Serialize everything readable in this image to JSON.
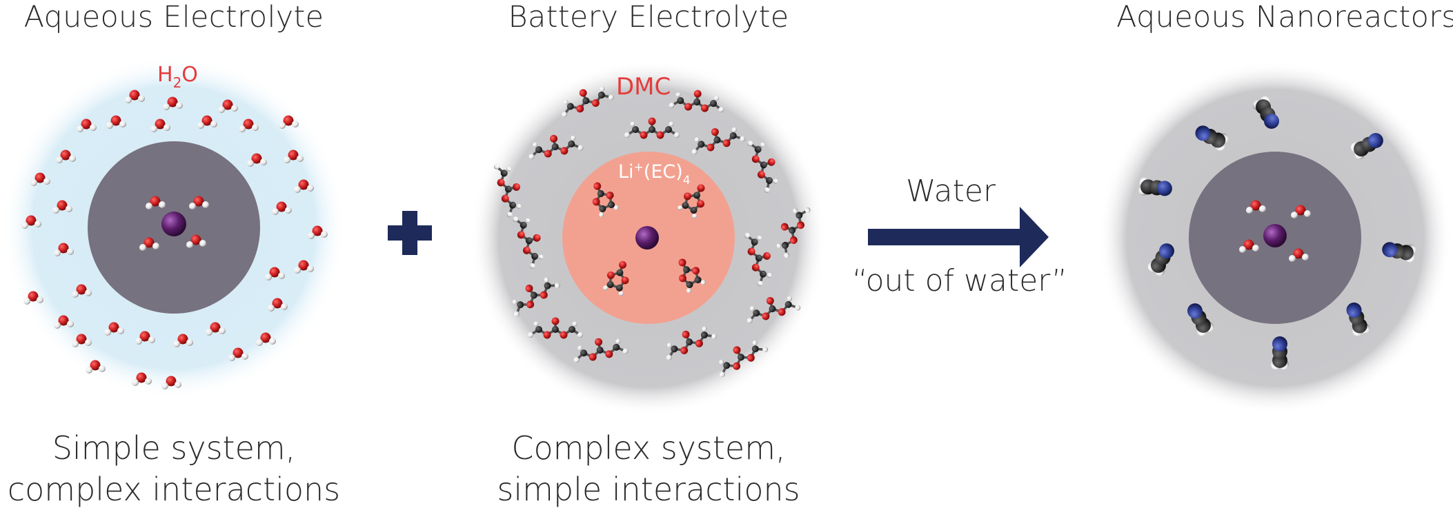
{
  "panels": [
    {
      "title": "Aqueous Electrolyte",
      "molecule_label": {
        "main": "H",
        "sub": "2",
        "tail": "O"
      },
      "caption": [
        "Simple system,",
        "complex interactions"
      ]
    },
    {
      "title": "Battery Electrolyte",
      "molecule_label": "DMC",
      "inner_label": {
        "main": "Li",
        "sup": "+",
        "mid": "(EC)",
        "sub": "4"
      },
      "caption": [
        "Complex system,",
        "simple interactions"
      ]
    },
    {
      "title": "Aqueous Nanoreactors"
    }
  ],
  "operator": "plus",
  "arrow": {
    "top_label": "Water",
    "bottom_label": "“out of water”"
  },
  "colors": {
    "aqueous_halo": "#d6ebf6",
    "inner_core": "#77727f",
    "gray_shell": "#c9c9cc",
    "li_ec_shell": "#f2a190",
    "navy": "#1e2a5a",
    "label_red": "#e53b3b",
    "oxygen": "#cc1d1d",
    "hydrogen": "#f1f1f1",
    "carbon": "#2f2f2f",
    "nitrogen": "#2b3b8f",
    "ion": "#5b1d6a"
  }
}
